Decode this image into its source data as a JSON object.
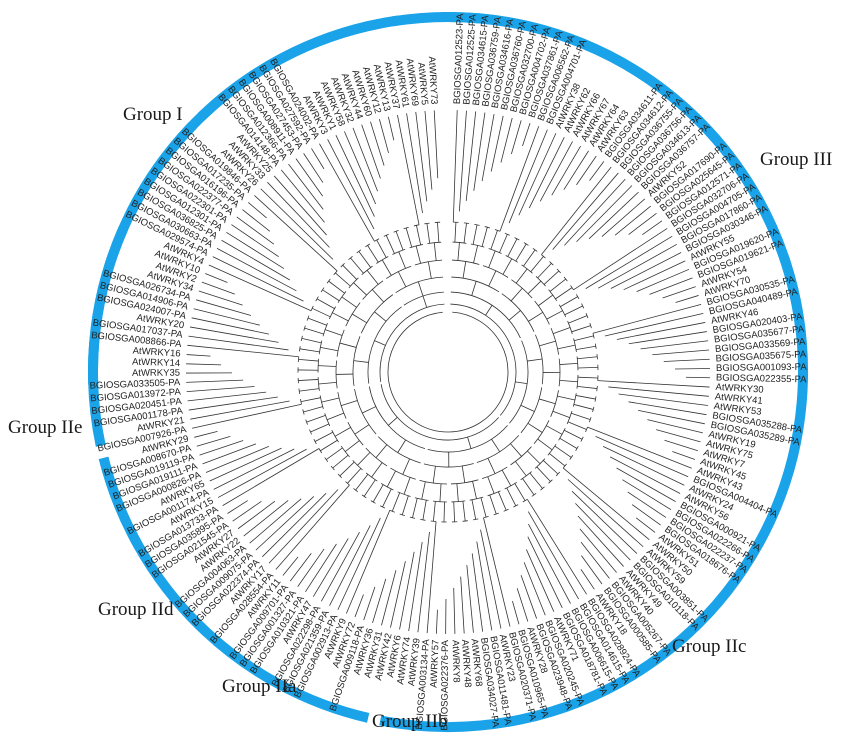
{
  "colors": {
    "arc": "#1aa3e8",
    "branch": "#333333",
    "text": "#1a1a1a"
  },
  "groups": [
    {
      "id": "group-i",
      "label": "Group I",
      "start_deg": 178,
      "end_deg": 262
    },
    {
      "id": "group-iii",
      "label": "Group III",
      "start_deg": 269,
      "end_deg": 461
    },
    {
      "id": "group-iic",
      "label": "Group IIc",
      "start_deg": 463,
      "end_deg": 526
    },
    {
      "id": "group-iib",
      "label": "Group IIb",
      "start_deg": 528,
      "end_deg": 564
    },
    {
      "id": "group-iia",
      "label": "Group IIa",
      "start_deg": 566,
      "end_deg": 584
    },
    {
      "id": "group-iid",
      "label": "Group IId",
      "start_deg": 586,
      "end_deg": 619
    },
    {
      "id": "group-iie",
      "label": "Group IIe",
      "start_deg": 621,
      "end_deg": 713
    }
  ],
  "leaves": [
    "BGIOSGA012523-PA",
    "BGIOSGA012525-PA",
    "BGIOSGA034615-PA",
    "BGIOSGA036759-PA",
    "BGIOSGA034616-PA",
    "BGIOSGA036760-PA",
    "BGIOSGA032700-PA",
    "BGIOSGA004702-PA",
    "BGIOSGA037861-PA",
    "BGIOSGA006562-PA",
    "BGIOSGA004701-PA",
    "AtWRKY38",
    "AtWRKY62",
    "AtWRKY66",
    "AtWRKY67",
    "AtWRKY64",
    "AtWRKY63",
    "BGIOSGA034611-PA",
    "BGIOSGA034612-PA",
    "BGIOSGA036755-PA",
    "BGIOSGA036756-PA",
    "BGIOSGA034613-PA",
    "BGIOSGA036757-PA",
    "AtWRKY52",
    "BGIOSGA017690-PA",
    "BGIOSGA025645-PA",
    "BGIOSGA012571-PA",
    "BGIOSGA032706-PA",
    "BGIOSGA004705-PA",
    "BGIOSGA017860-PA",
    "BGIOSGA030346-PA",
    "AtWRKY55",
    "BGIOSGA019620-PA",
    "BGIOSGA019621-PA",
    "AtWRKY54",
    "AtWRKY70",
    "BGIOSGA030535-PA",
    "BGIOSGA040489-PA",
    "AtWRKY46",
    "BGIOSGA020403-PA",
    "BGIOSGA035677-PA",
    "BGIOSGA033569-PA",
    "BGIOSGA035675-PA",
    "BGIOSGA001093-PA",
    "BGIOSGA022355-PA",
    "AtWRKY30",
    "AtWRKY41",
    "AtWRKY53",
    "BGIOSGA035288-PA",
    "BGIOSGA035289-PA",
    "AtWRKY19",
    "AtWRKY75",
    "AtWRKY7",
    "AtWRKY45",
    "AtWRKY43",
    "BGIOSGA004404-PA",
    "AtWRKY24",
    "AtWRKY56",
    "BGIOSGA000921-PA",
    "BGIOSGA022266-PA",
    "BGIOSGA022237-PA",
    "BGIOSGA018676-PA",
    "AtWRKY51",
    "AtWRKY50",
    "AtWRKY59",
    "BGIOSGA003851-PA",
    "BGIOSGA010118-PA",
    "AtWRKY49",
    "AtWRKY40",
    "BGIOSGA005267-PA",
    "BGIOSGA000585-PA",
    "AtWRKY18",
    "BGIOSGA028924-PA",
    "BGIOSGA014615-PA",
    "BGIOSGA006615-PA",
    "BGIOSGA018781-PA",
    "AtWRKY71",
    "BGIOSGA020245-PA",
    "BGIOSGA023948-PA",
    "AtWRKY28",
    "BGIOSGA010965-PA",
    "BGIOSGA020371-PA",
    "AtWRKY23",
    "BGIOSGA011481-PA",
    "BGIOSGA034027-PA",
    "AtWRKY68",
    "AtWRKY48",
    "AtWRKY8",
    "BGIOSGA022376-PA",
    "AtWRKY57",
    "BGIOSGA003134-PA",
    "AtWRKY39",
    "AtWRKY74",
    "AtWRKY6",
    "AtWRKY42",
    "AtWRKY31",
    "AtWRKY36",
    "BGIOSGA009118-PA",
    "AtWRKY72",
    "AtWRKY9",
    "BGIOSGA002913-PA",
    "BGIOSGA021359-PA",
    "BGIOSGA022298-PA",
    "AtWRKY47",
    "BGIOSGA010321-PA",
    "BGIOSGA001327-PA",
    "BGIOSGA009701-PA",
    "AtWRKY11",
    "BGIOSGA028554-PA",
    "AtWRKY17",
    "BGIOSGA022374-PA",
    "BGIOSGA009075-PA",
    "BGIOSGA004063-PA",
    "AtWRKY22",
    "AtWRKY27",
    "BGIOSGA021545-PA",
    "BGIOSGA035895-PA",
    "BGIOSGA013733-PA",
    "AtWRKY15",
    "BGIOSGA001174-PA",
    "AtWRKY65",
    "BGIOSGA000826-PA",
    "BGIOSGA019111-PA",
    "BGIOSGA019119-PA",
    "BGIOSGA008670-PA",
    "AtWRKY29",
    "BGIOSGA007926-PA",
    "AtWRKY21",
    "BGIOSGA001178-PA",
    "BGIOSGA020451-PA",
    "BGIOSGA013972-PA",
    "BGIOSGA033505-PA",
    "AtWRKY35",
    "AtWRKY14",
    "AtWRKY16",
    "BGIOSGA008866-PA",
    "BGIOSGA017037-PA",
    "AtWRKY20",
    "BGIOSGA024007-PA",
    "BGIOSGA014906-PA",
    "BGIOSGA026734-PA",
    "AtWRKY34",
    "AtWRKY2",
    "AtWRKY10",
    "AtWRKY4",
    "BGIOSGA029574-PA",
    "BGIOSGA030663-PA",
    "BGIOSGA036825-PA",
    "BGIOSGA012301-PA",
    "BGIOSGA022301-PA",
    "BGIOSGA022377-PA",
    "BGIOSGA016196-PA",
    "BGIOSGA017235-PA",
    "BGIOSGA019846-PA",
    "AtWRKY26",
    "AtWRKY33",
    "AtWRKY25",
    "BGIOSGA014148-PA",
    "BGIOSGA012366-PA",
    "BGIOSGA008911-PA",
    "BGIOSGA027453-PA",
    "BGIOSGA027592-PA",
    "BGIOSGA024002-PA",
    "AtWRKY3",
    "AtWRKY1",
    "AtWRKY58",
    "AtWRKY32",
    "AtWRKY44",
    "AtWRKY60",
    "AtWRKY12",
    "AtWRKY13",
    "AtWRKY37",
    "AtWRKY61",
    "AtWRKY69",
    "AtWRKY5",
    "AtWRKY73"
  ]
}
